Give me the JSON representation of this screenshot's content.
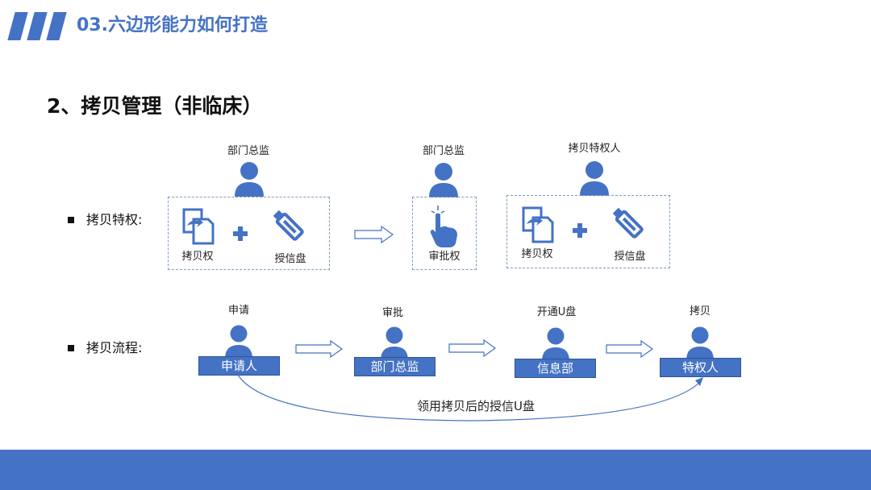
{
  "header": {
    "title": "03.六边形能力如何打造",
    "accent_color": "#4472c4"
  },
  "section": {
    "title": "2、拷贝管理（非临床）"
  },
  "privilege": {
    "bullet": "拷贝特权:",
    "group1": {
      "role": "部门总监",
      "item1": "拷贝权",
      "item2": "授信盘"
    },
    "group2": {
      "role": "部门总监",
      "item": "审批权"
    },
    "group3": {
      "role": "拷贝特权人",
      "item1": "拷贝权",
      "item2": "授信盘"
    }
  },
  "process": {
    "bullet": "拷贝流程:",
    "steps": [
      {
        "label": "申请",
        "role": "申请人"
      },
      {
        "label": "审批",
        "role": "部门总监"
      },
      {
        "label": "开通U盘",
        "role": "信息部"
      },
      {
        "label": "拷贝",
        "role": "特权人"
      }
    ],
    "return_label": "领用拷贝后的授信U盘"
  },
  "icons": {
    "person": "person-icon",
    "copy": "copy-document-icon",
    "plus": "plus-icon",
    "usb": "usb-drive-icon",
    "hand": "touch-hand-icon",
    "arrow": "hollow-arrow-icon"
  }
}
